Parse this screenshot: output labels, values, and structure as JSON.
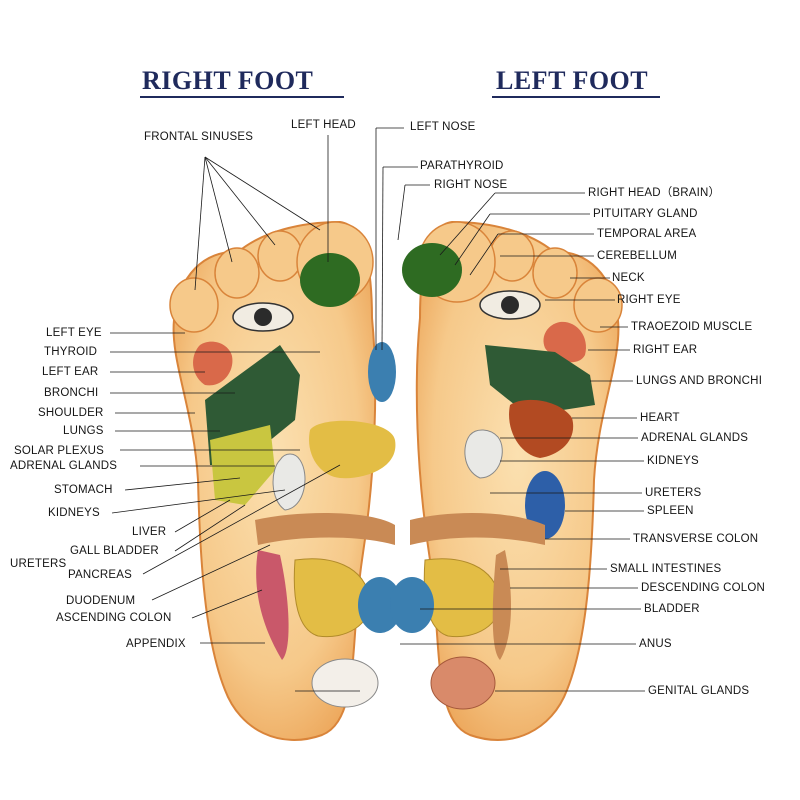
{
  "titles": {
    "right_foot": "RIGHT FOOT",
    "left_foot": "LEFT FOOT"
  },
  "labels": {
    "frontal_sinuses": "FRONTAL SINUSES",
    "left_head": "LEFT HEAD",
    "left_nose": "LEFT NOSE",
    "parathyroid": "PARATHYROID",
    "right_nose": "RIGHT NOSE",
    "right_head_brain": "RIGHT HEAD（BRAIN）",
    "pituitary_gland": "PITUITARY GLAND",
    "temporal_area": "TEMPORAL AREA",
    "cerebellum": "CEREBELLUM",
    "neck": "NECK",
    "right_eye": "RIGHT EYE",
    "traoezoid_muscle": "TRAOEZOID MUSCLE",
    "right_ear": "RIGHT EAR",
    "lungs_and_bronchi": "LUNGS AND BRONCHI",
    "heart": "HEART",
    "adrenal_glands_right": "ADRENAL GLANDS",
    "kidneys_right": "KIDNEYS",
    "ureters_right": "URETERS",
    "spleen": "SPLEEN",
    "transverse_colon": "TRANSVERSE COLON",
    "small_intestines": "SMALL INTESTINES",
    "descending_colon": "DESCENDING COLON",
    "bladder": "BLADDER",
    "anus": "ANUS",
    "genital_glands": "GENITAL GLANDS",
    "left_eye": "LEFT EYE",
    "thyroid": "THYROID",
    "left_ear": "LEFT EAR",
    "bronchi": "BRONCHI",
    "shoulder": "SHOULDER",
    "lungs": "LUNGS",
    "solar_plexus": "SOLAR PLEXUS",
    "adrenal_glands_left": "ADRENAL GLANDS",
    "stomach": "STOMACH",
    "kidneys_left": "KIDNEYS",
    "liver": "LIVER",
    "gall_bladder": "GALL BLADDER",
    "ureters_left": "URETERS",
    "pancreas": "PANCREAS",
    "duodenum": "DUODENUM",
    "ascending_colon": "ASCENDING COLON",
    "appendix": "APPENDIX"
  },
  "colors": {
    "title": "#1f2a5c",
    "skin": "#f6c98a",
    "skin_edge": "#d9843a",
    "lungs": "#2f5a35",
    "brain": "#2e6b22",
    "kidney": "#e9e9e6",
    "spleen": "#2d5fa8",
    "heart": "#b24a22",
    "bladder": "#3b7fb0",
    "intestine": "#e3bd45",
    "colon": "#c98a55"
  }
}
